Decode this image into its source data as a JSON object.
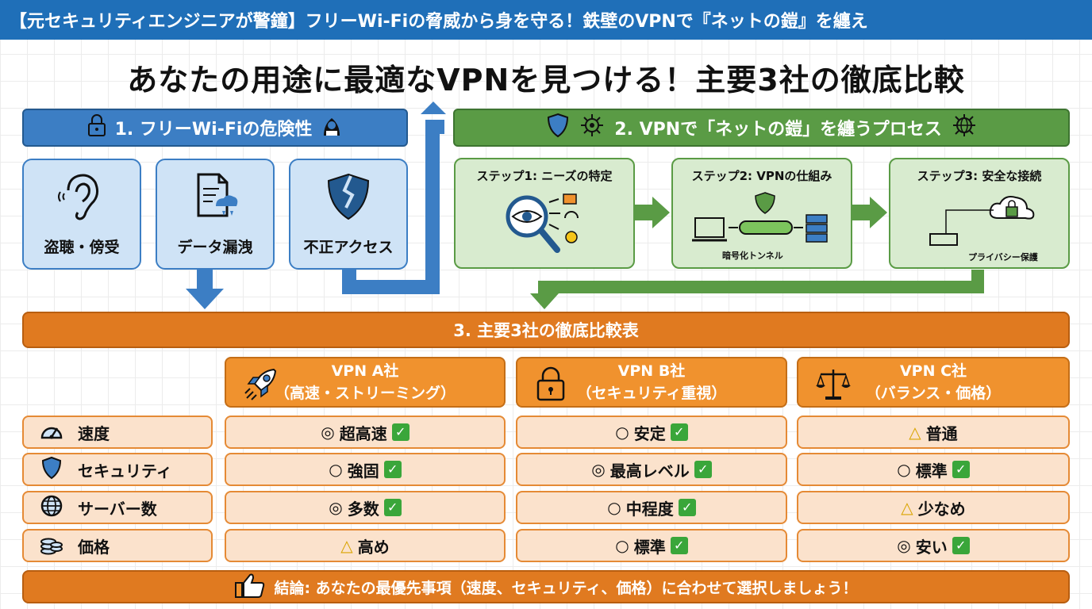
{
  "banner": {
    "text": "【元セキュリティエンジニアが警鐘】フリーWi-Fiの脅威から身を守る！鉄壁のVPNで『ネットの鎧』を纏え"
  },
  "title": "あなたの用途に最適なVPNを見つける！主要3社の徹底比較",
  "section1": {
    "title": "1. フリーWi-Fiの危険性",
    "risks": [
      {
        "label": "盗聴・傍受",
        "icon": "ear-icon"
      },
      {
        "label": "データ漏洩",
        "icon": "document-leak-icon"
      },
      {
        "label": "不正アクセス",
        "icon": "broken-shield-icon"
      }
    ]
  },
  "section2": {
    "title": "2. VPNで「ネットの鎧」を纏うプロセス",
    "steps": [
      {
        "label": "ステップ1: ニーズの特定",
        "caption": ""
      },
      {
        "label": "ステップ2: VPNの仕組み",
        "caption": "暗号化トンネル"
      },
      {
        "label": "ステップ3: 安全な接続",
        "caption": "プライバシー保護"
      }
    ]
  },
  "section3": {
    "title": "3. 主要3社の徹底比較表"
  },
  "table": {
    "columns": [
      {
        "name": "VPN A社",
        "sub": "（高速・ストリーミング）",
        "icon": "rocket-icon"
      },
      {
        "name": "VPN B社",
        "sub": "（セキュリティ重視）",
        "icon": "padlock-icon"
      },
      {
        "name": "VPN C社",
        "sub": "（バランス・価格）",
        "icon": "scales-icon"
      }
    ],
    "rows": [
      {
        "label": "速度",
        "icon": "speedometer-icon",
        "cells": [
          {
            "mark": "◎",
            "text": "超高速",
            "check": true
          },
          {
            "mark": "○",
            "text": "安定",
            "check": true
          },
          {
            "mark": "△",
            "text": "普通",
            "check": false
          }
        ]
      },
      {
        "label": "セキュリティ",
        "icon": "shield-icon",
        "cells": [
          {
            "mark": "○",
            "text": "強固",
            "check": true
          },
          {
            "mark": "◎",
            "text": "最高レベル",
            "check": true
          },
          {
            "mark": "○",
            "text": "標準",
            "check": true
          }
        ]
      },
      {
        "label": "サーバー数",
        "icon": "globe-icon",
        "cells": [
          {
            "mark": "◎",
            "text": "多数",
            "check": true
          },
          {
            "mark": "○",
            "text": "中程度",
            "check": true
          },
          {
            "mark": "△",
            "text": "少なめ",
            "check": false
          }
        ]
      },
      {
        "label": "価格",
        "icon": "coins-icon",
        "cells": [
          {
            "mark": "△",
            "text": "高め",
            "check": false
          },
          {
            "mark": "○",
            "text": "標準",
            "check": true
          },
          {
            "mark": "◎",
            "text": "安い",
            "check": true
          }
        ]
      }
    ]
  },
  "conclusion": "結論: あなたの最優先事項（速度、セキュリティ、価格）に合わせて選択しましょう！",
  "colors": {
    "banner": "#1f6fb8",
    "blue": "#3c7ec4",
    "green": "#5a9b45",
    "orange": "#e07a20",
    "cell_fill": "#fbe2cc",
    "check": "#3aa63a",
    "warning": "#f5c518"
  }
}
